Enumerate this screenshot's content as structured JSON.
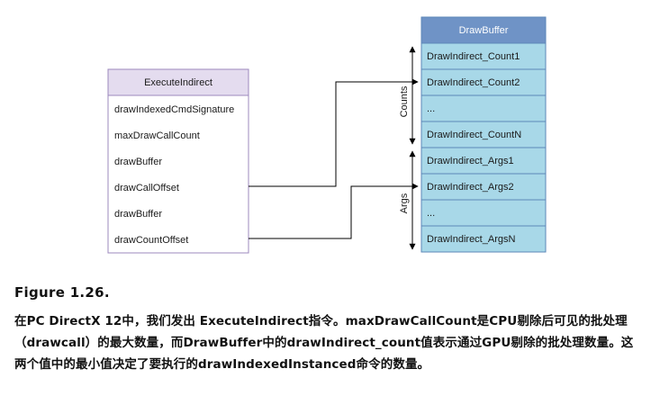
{
  "execute_indirect": {
    "title": "ExecuteIndirect",
    "rows": [
      "drawIndexedCmdSignature",
      "maxDrawCallCount",
      "drawBuffer",
      "drawCallOffset",
      "drawBuffer",
      "drawCountOffset"
    ]
  },
  "draw_buffer": {
    "title": "DrawBuffer",
    "rows": [
      "DrawIndirect_Count1",
      "DrawIndirect_Count2",
      "...",
      "DrawIndirect_CountN",
      "DrawIndirect_Args1",
      "DrawIndirect_Args2",
      "...",
      "DrawIndirect_ArgsN"
    ]
  },
  "brackets": {
    "counts": "Counts",
    "args": "Args"
  },
  "figure": {
    "label": "Figure  1.26.",
    "caption": "在PC DirectX 12中，我们发出 ExecuteIndirect指令。maxDrawCallCount是CPU剔除后可见的批处理（drawcall）的最大数量，而DrawBuffer中的drawIndirect_count值表示通过GPU剔除的批处理数量。这两个值中的最小值决定了要执行的drawIndexedInstanced命令的数量。"
  },
  "colors": {
    "execute_header_fill": "#e4dcef",
    "execute_border": "#9c88bd",
    "buffer_header_fill": "#6f93c6",
    "buffer_row_fill": "#a8d8e8",
    "buffer_border": "#5d87b8"
  }
}
